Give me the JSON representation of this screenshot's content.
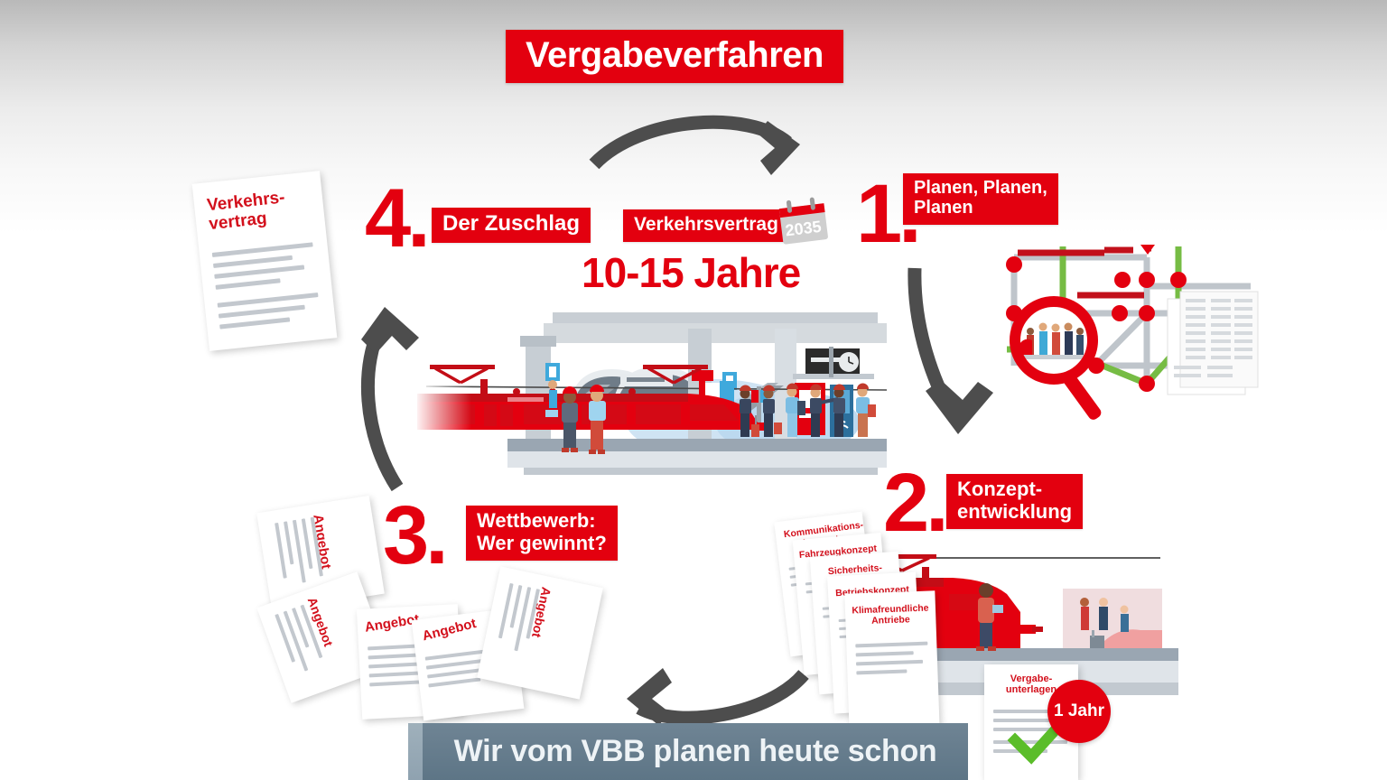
{
  "page": {
    "title": "Vergabeverfahren",
    "background_top": "#bcbcbc",
    "accent_red": "#e3000f",
    "arrow_gray": "#4d4d4d"
  },
  "footer": {
    "caption": "Wir vom VBB planen heute schon"
  },
  "center": {
    "contract_chip": "Verkehrsvertrag",
    "duration": "10-15 Jahre",
    "calendar_year": "2035"
  },
  "steps": [
    {
      "number": "1.",
      "label": "Planen, Planen,\nPlanen"
    },
    {
      "number": "2.",
      "label": "Konzept-\nentwicklung"
    },
    {
      "number": "3.",
      "label": "Wettbewerb:\nWer gewinnt?"
    },
    {
      "number": "4.",
      "label": "Der Zuschlag"
    }
  ],
  "documents": {
    "contract": "Verkehrs-\nvertrag",
    "tender": "Vergabe-\nunterlagen",
    "tender_badge": "1 Jahr",
    "offers": [
      "Angebot",
      "Angebot",
      "Angebot",
      "Angebot",
      "Angebot"
    ],
    "concepts": [
      "Kommunikations-\nkonzept",
      "Fahrzeugkonzept",
      "Sicherheits-\nkonzept",
      "Betriebskonzept",
      "Klimafreundliche\nAntriebe"
    ]
  },
  "icons": {
    "magnifier": "magnifier-icon",
    "calendar": "calendar-icon",
    "checkmark": "check-icon",
    "arrow_top": "curved-arrow-right-icon",
    "arrow_right": "curved-arrow-down-icon",
    "arrow_bottom": "curved-arrow-left-icon",
    "arrow_left": "curved-arrow-up-icon"
  }
}
